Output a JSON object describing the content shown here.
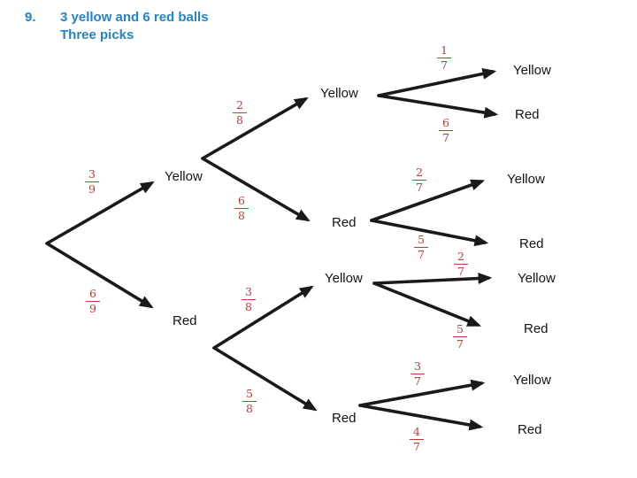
{
  "title": {
    "number": "9.",
    "line1": "3 yellow and 6 red balls",
    "line2": "Three picks"
  },
  "colors": {
    "title_blue": "#2383c6",
    "fraction_red": "#c13b3b",
    "branch_black": "#1a1a1a",
    "label_black": "#141414",
    "background": "#ffffff"
  },
  "tree": {
    "pick1": [
      {
        "label": "Yellow",
        "num": "3",
        "den": "9"
      },
      {
        "label": "Red",
        "num": "6",
        "den": "9"
      }
    ],
    "pick2": [
      {
        "after": "Yellow",
        "label": "Yellow",
        "num": "2",
        "den": "8"
      },
      {
        "after": "Yellow",
        "label": "Red",
        "num": "6",
        "den": "8"
      },
      {
        "after": "Red",
        "label": "Yellow",
        "num": "3",
        "den": "8"
      },
      {
        "after": "Red",
        "label": "Red",
        "num": "5",
        "den": "8"
      }
    ],
    "pick3": [
      {
        "after": "Yellow-Yellow",
        "label": "Yellow",
        "num": "1",
        "den": "7"
      },
      {
        "after": "Yellow-Yellow",
        "label": "Red",
        "num": "6",
        "den": "7"
      },
      {
        "after": "Yellow-Red",
        "label": "Yellow",
        "num": "2",
        "den": "7"
      },
      {
        "after": "Yellow-Red",
        "label": "Red",
        "num": "5",
        "den": "7"
      },
      {
        "after": "Red-Yellow",
        "label": "Yellow",
        "num": "2",
        "den": "7"
      },
      {
        "after": "Red-Yellow",
        "label": "Red",
        "num": "5",
        "den": "7"
      },
      {
        "after": "Red-Red",
        "label": "Yellow",
        "num": "3",
        "den": "7"
      },
      {
        "after": "Red-Red",
        "label": "Red",
        "num": "4",
        "den": "7"
      }
    ]
  }
}
